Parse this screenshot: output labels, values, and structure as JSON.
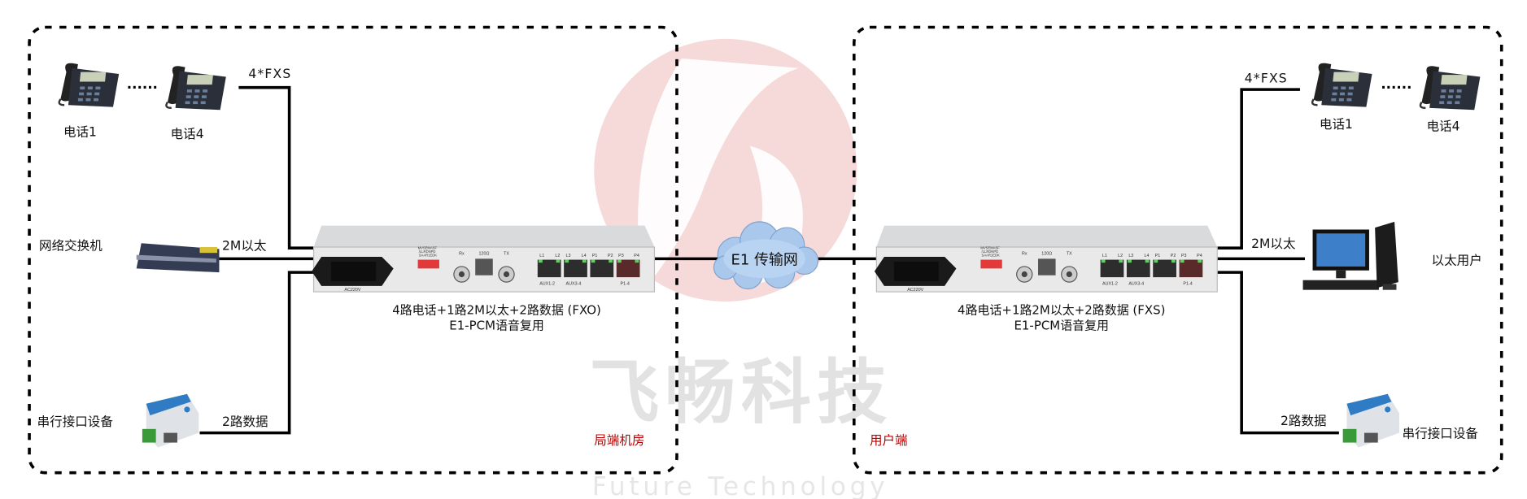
{
  "colors": {
    "watermark_logo": "#f6d9d9",
    "watermark_text": "#e2e2e2",
    "site_label": "#c00000",
    "cloud": "#a9c8ec",
    "device_body": "#e9e9e9"
  },
  "left": {
    "site_label": "局端机房",
    "phone1_label": "电话1",
    "phone4_label": "电话4",
    "fxs_link_label": "4*FXS",
    "switch_label": "网络交换机",
    "ethernet_link_label": "2M以太",
    "serial_label": "串行接口设备",
    "data_link_label": "2路数据",
    "device_caption_line1": "4路电话+1路2M以太+2路数据 (FXO)",
    "device_caption_line2": "E1-PCM语音复用"
  },
  "network": {
    "cloud_label": "E1 传输网"
  },
  "right": {
    "site_label": "用户端",
    "phone1_label": "电话1",
    "phone4_label": "电话4",
    "fxs_link_label": "4*FXS",
    "ethernet_link_label": "2M以太",
    "pc_label": "以太用户",
    "serial_label": "串行接口设备",
    "data_link_label": "2路数据",
    "device_caption_line1": "4路电话+1路2M以太+2路数据 (FXS)",
    "device_caption_line2": "E1-PCM语音复用"
  },
  "device_panel": {
    "power_label": "AC220V",
    "dip_label": "MVSEMASF /LLRDNPD SAAR1EDK",
    "rx_label": "Rx",
    "impedance_label": "120Ω",
    "tx_label": "TX",
    "port_labels": [
      "L1",
      "L2",
      "L3",
      "L4",
      "P1",
      "P2",
      "P3",
      "P4"
    ],
    "group_labels": [
      "AUX1-2",
      "AUX3-4",
      "P1-4"
    ]
  },
  "watermark": {
    "company_cn": "飞畅科技",
    "company_en": "Future Technology"
  },
  "icons": [
    "phone-icon",
    "switch-icon",
    "serial-device-icon",
    "cloud-icon",
    "computer-icon",
    "multiplexer-device-icon"
  ]
}
